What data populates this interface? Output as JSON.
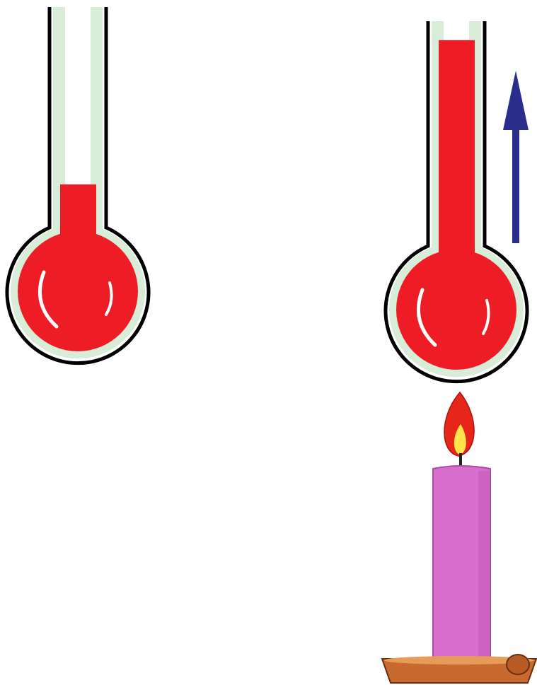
{
  "diagram": {
    "thermometers": [
      {
        "id": "unheated",
        "liquid_level": 0.24,
        "heated": false
      },
      {
        "id": "heated",
        "liquid_level": 0.92,
        "heated": true
      }
    ],
    "arrow": {
      "direction": "up"
    },
    "colors": {
      "liquid": "#ee1c25",
      "glass": "#d8ecd8",
      "outline": "#000000",
      "arrow": "#2b2d8c",
      "candle": "#d86fce",
      "flame_outer": "#e52618",
      "flame_inner": "#ffe44a",
      "holder": "#c86a30"
    }
  }
}
